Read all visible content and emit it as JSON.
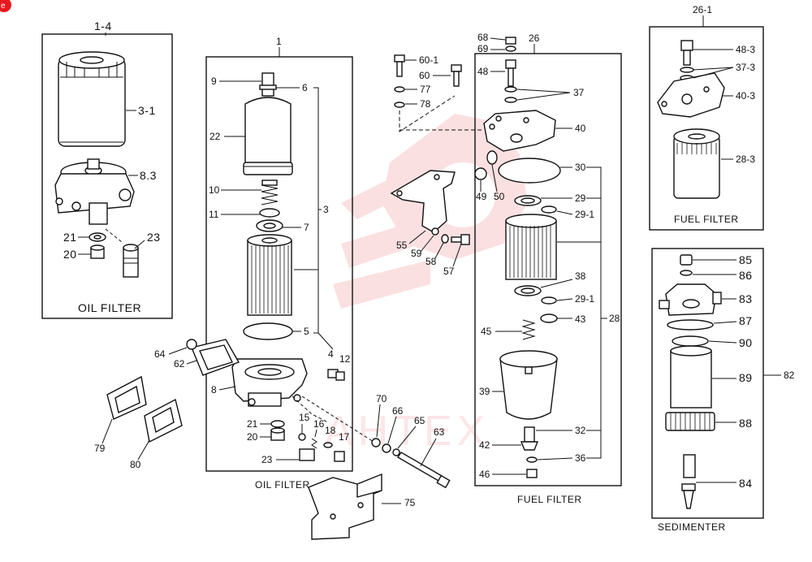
{
  "logo_badge_text": "e",
  "watermark": {
    "text": "AHTEX",
    "color": "#e8191f"
  },
  "colors": {
    "line": "#111111",
    "watermark": "#e8191f"
  },
  "groups": {
    "oil_filter_alt": {
      "ref": "1-4",
      "caption": "OIL FILTER"
    },
    "oil_filter": {
      "ref": "1",
      "caption": "OIL FILTER"
    },
    "fuel_filter": {
      "ref": "26",
      "caption": "FUEL FILTER"
    },
    "fuel_filter_alt": {
      "ref": "26-1",
      "caption": "FUEL FILTER"
    },
    "sedimenter": {
      "ref": "82",
      "caption": "SEDIMENTER"
    }
  },
  "labels": {
    "l_3_1": "3-1",
    "l_8_3": "8.3",
    "l_21a": "21",
    "l_23a": "23",
    "l_20a": "20",
    "l_9": "9",
    "l_6": "6",
    "l_22": "22",
    "l_10": "10",
    "l_11": "11",
    "l_7": "7",
    "l_3": "3",
    "l_5": "5",
    "l_4": "4",
    "l_12": "12",
    "l_8": "8",
    "l_21b": "21",
    "l_20b": "20",
    "l_15": "15",
    "l_16": "16",
    "l_18": "18",
    "l_17": "17",
    "l_23b": "23",
    "l_64": "64",
    "l_62": "62",
    "l_79": "79",
    "l_80": "80",
    "l_60_1": "60-1",
    "l_60": "60",
    "l_77": "77",
    "l_78": "78",
    "l_55": "55",
    "l_59": "59",
    "l_58": "58",
    "l_57": "57",
    "l_70": "70",
    "l_66": "66",
    "l_65": "65",
    "l_63": "63",
    "l_75": "75",
    "l_68": "68",
    "l_69": "69",
    "l_48": "48",
    "l_37": "37",
    "l_40": "40",
    "l_49": "49",
    "l_50": "50",
    "l_30": "30",
    "l_29": "29",
    "l_29_1a": "29-1",
    "l_38": "38",
    "l_29_1b": "29-1",
    "l_43": "43",
    "l_28": "28",
    "l_45": "45",
    "l_39": "39",
    "l_32": "32",
    "l_42": "42",
    "l_36": "36",
    "l_46": "46",
    "l_48_3": "48-3",
    "l_37_3": "37-3",
    "l_40_3": "40-3",
    "l_28_3": "28-3",
    "l_85": "85",
    "l_86": "86",
    "l_83": "83",
    "l_87": "87",
    "l_90": "90",
    "l_89": "89",
    "l_88": "88",
    "l_84": "84"
  }
}
